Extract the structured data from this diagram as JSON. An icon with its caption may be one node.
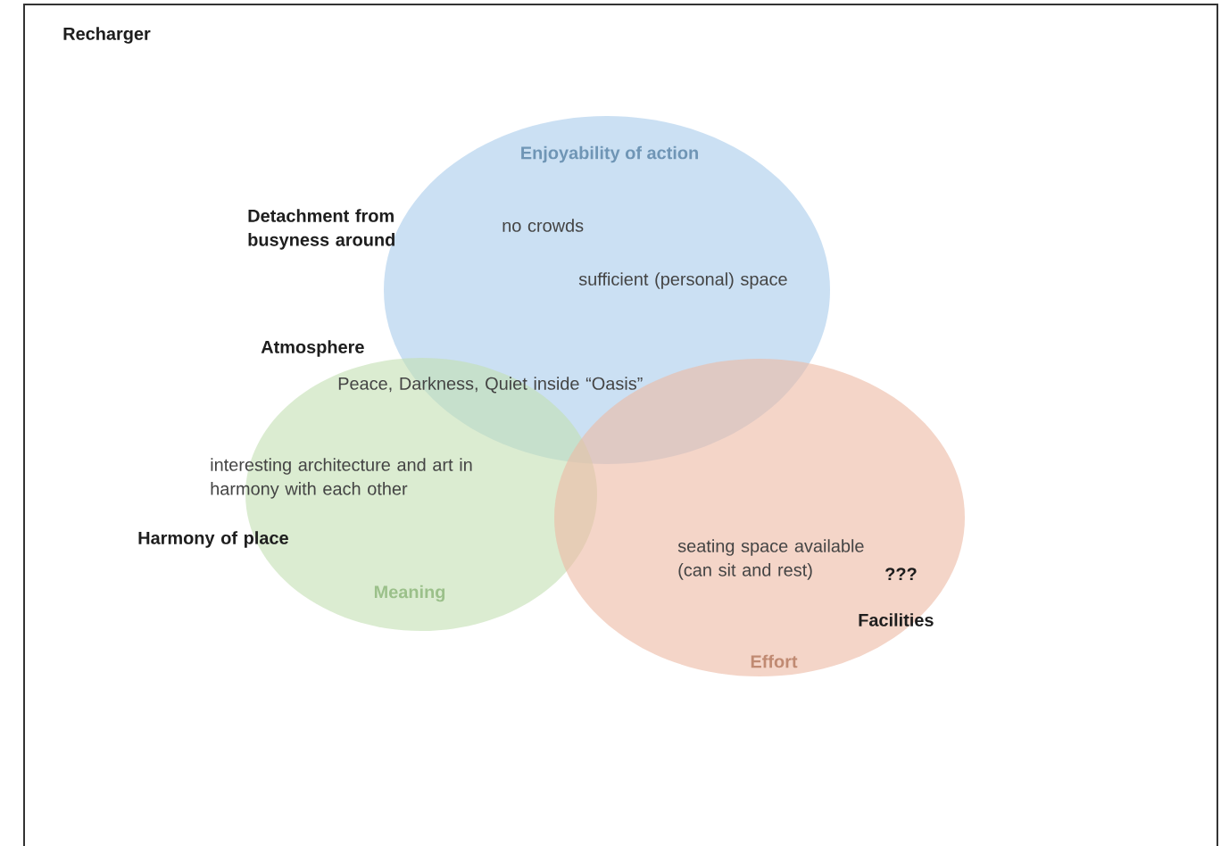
{
  "diagram": {
    "title": "Recharger",
    "nodes": [
      {
        "text": [
          "Enjoyability of action"
        ]
      },
      {
        "text": [
          "Meaning"
        ]
      },
      {
        "text": [
          "Effort"
        ]
      }
    ],
    "labels": [
      "Detachment from busyness around",
      "no crowds",
      "sufficient (personal) space",
      "Atmosphere",
      "Peace, Darkness, Quiet inside “Oasis”",
      "interesting architecture and art in harmony with each other",
      "Harmony of place",
      "seating space available (can sit and rest)",
      "???",
      "Facilities"
    ]
  }
}
